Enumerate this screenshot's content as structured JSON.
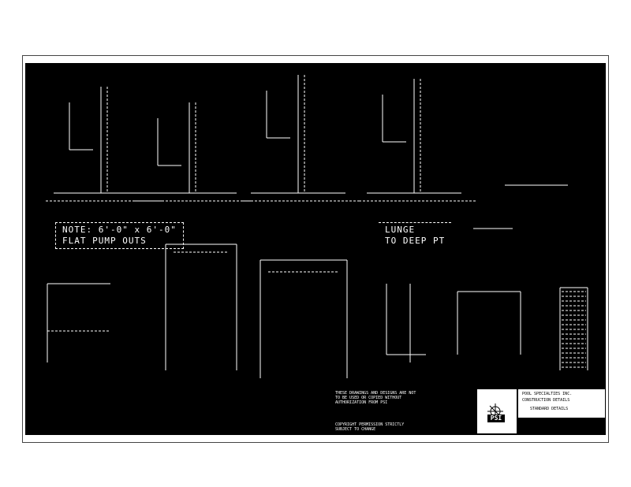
{
  "notes": {
    "pump_note_line1": "NOTE: 6'-0\" x 6'-0\"",
    "pump_note_line2": "FLAT PUMP OUTS",
    "deep_note_line1": "LUNGE",
    "deep_note_line2": "TO DEEP PT"
  },
  "general_notes": "THESE DRAWINGS AND DESIGNS ARE NOT TO BE USED OR COPIED WITHOUT AUTHORIZATION FROM PSI",
  "copyright": "COPYRIGHT PERMISSION STRICTLY SUBJECT TO CHANGE",
  "title_block": {
    "company": "PSI",
    "line1": "POOL SPECIALTIES INC.",
    "line2": "CONSTRUCTION DETAILS",
    "line3": "STANDARD DETAILS"
  }
}
